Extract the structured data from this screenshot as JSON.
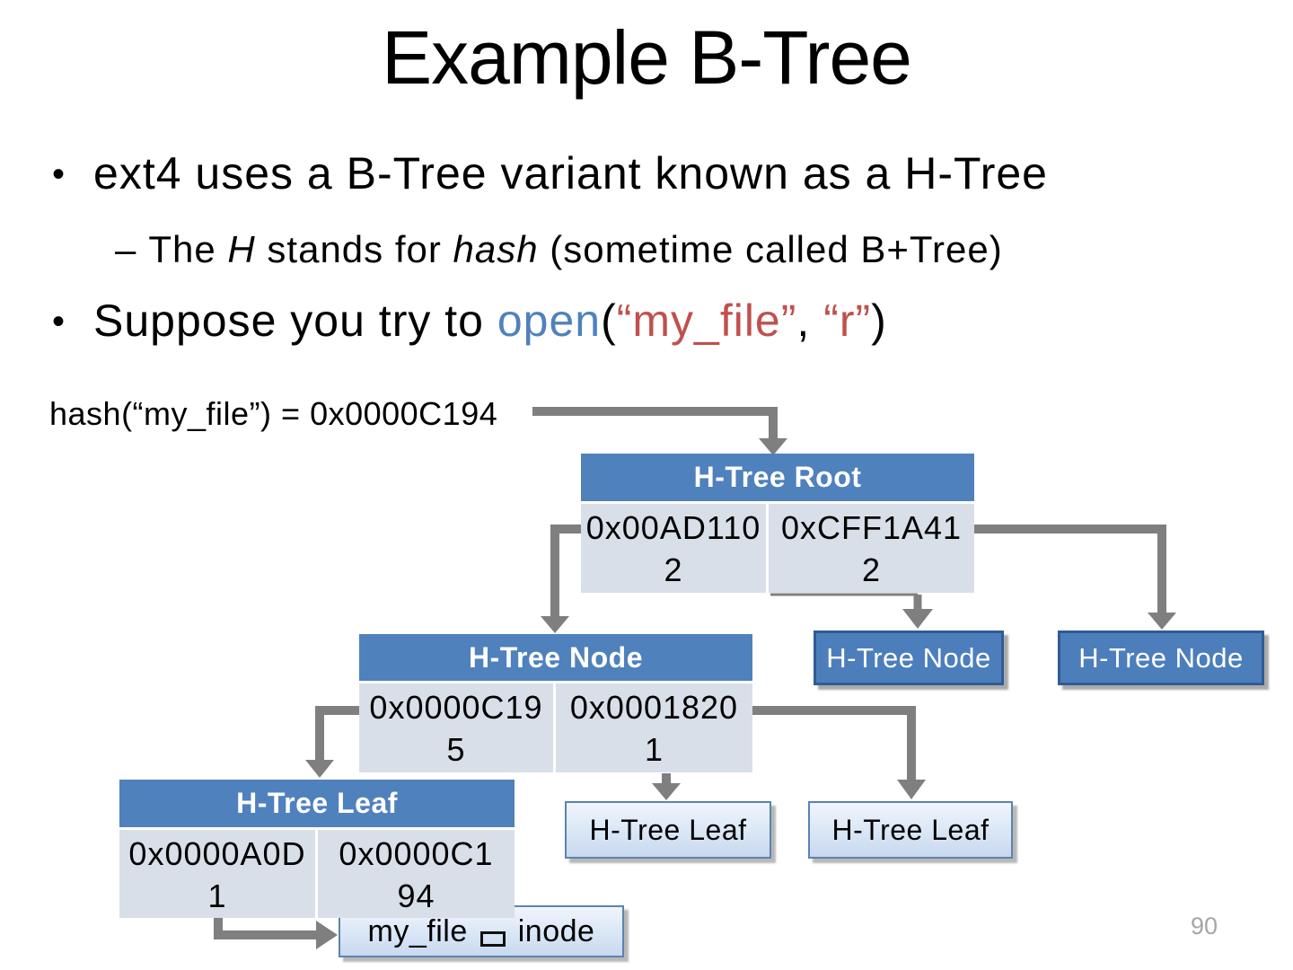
{
  "slide": {
    "title": "Example B-Tree",
    "bullet_glyph": "•",
    "bullet1": "ext4 uses a B-Tree variant known as a H-Tree",
    "sub_bullet": {
      "marker": "–",
      "t1": "The ",
      "italic1": "H",
      "t2": " stands for ",
      "italic2": "hash",
      "t3": " (sometime called B+Tree)"
    },
    "bullet2": {
      "t1": "Suppose you try to ",
      "open": "open",
      "p1": "(",
      "arg1": "“my_file”",
      "comma": ", ",
      "arg2": "“r”",
      "p2": ")"
    },
    "hash_label": "hash(“my_file”) = 0x0000C194",
    "page_number": "90"
  },
  "tree": {
    "root": {
      "title": "H-Tree Root",
      "cells": [
        "0x00AD110\n2",
        "0xCFF1A41\n2"
      ]
    },
    "node_main": {
      "title": "H-Tree Node",
      "cells": [
        "0x0000C19\n5",
        "0x0001820\n1"
      ]
    },
    "node_small_1": {
      "label": "H-Tree Node"
    },
    "node_small_2": {
      "label": "H-Tree Node"
    },
    "leaf_main": {
      "title": "H-Tree Leaf",
      "cells": [
        "0x0000A0D\n1",
        "0x0000C1\n94"
      ]
    },
    "leaf_small_1": {
      "label": "H-Tree Leaf"
    },
    "leaf_small_2": {
      "label": "H-Tree Leaf"
    },
    "inode_box": {
      "file_label": "my_file",
      "inode_label": "inode"
    }
  },
  "colors": {
    "accent_blue": "#4f81bd",
    "node_fill": "#4d7ebc",
    "node_border": "#2f5c94",
    "cell_fill": "#d9dfe9",
    "leaf_border": "#5b83b0",
    "arrow_gray": "#7f7f7f",
    "open_call_blue": "#4f81bd",
    "string_literal_red": "#c0504d",
    "page_number_gray": "#a6a6a6"
  }
}
